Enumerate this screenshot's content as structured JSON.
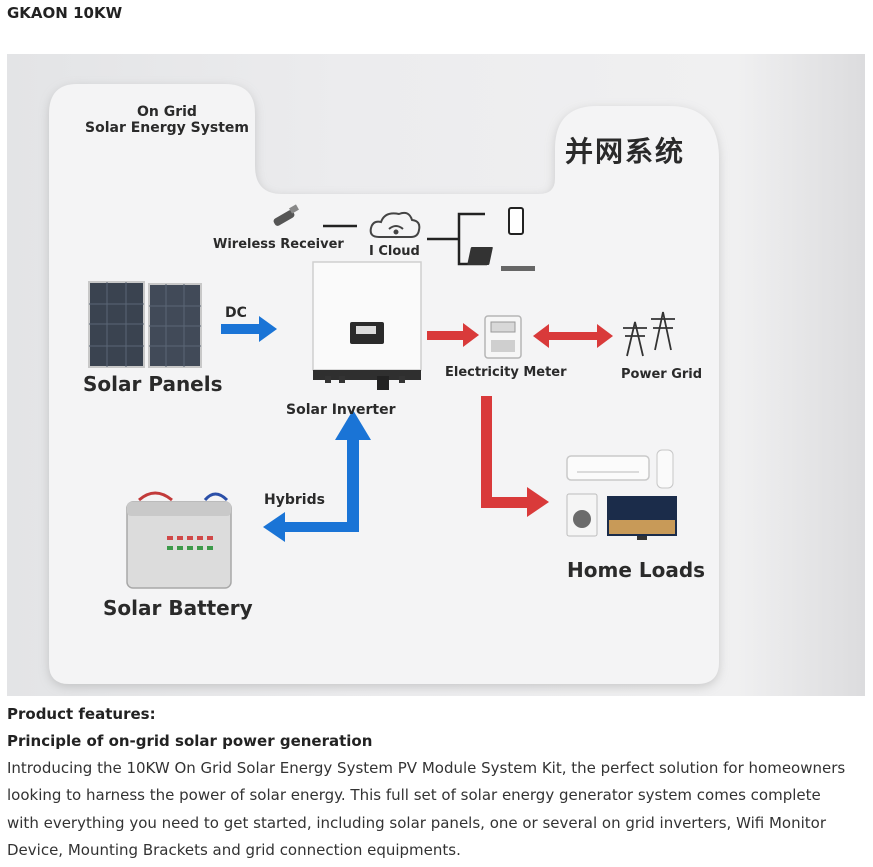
{
  "page": {
    "title": "GKAON 10KW"
  },
  "diagram": {
    "header_en": [
      "On Grid",
      "Solar Energy System"
    ],
    "header_cn": "并网系统",
    "labels": {
      "wireless_receiver": "Wireless Receiver",
      "icloud": "I Cloud",
      "dc": "DC",
      "solar_panels": "Solar Panels",
      "solar_inverter": "Solar Inverter",
      "electricity_meter": "Electricity Meter",
      "power_grid": "Power Grid",
      "hybrids": "Hybrids",
      "home_loads": "Home Loads",
      "solar_battery": "Solar Battery"
    },
    "colors": {
      "blue_arrow": "#1a74d6",
      "red_arrow": "#d93a3a",
      "board": "#f3f3f4"
    }
  },
  "content": {
    "features_heading": "Product features:",
    "principle_heading": "Principle of on-grid solar power generation",
    "description": "Introducing the 10KW On Grid Solar Energy System PV Module System Kit, the perfect solution for homeowners looking to harness the power of solar energy. This full set of solar energy generator system comes complete with everything you need to get started, including solar panels, one or several on grid inverters, Wifi Monitor Device, Mounting Brackets and grid connection equipments."
  }
}
